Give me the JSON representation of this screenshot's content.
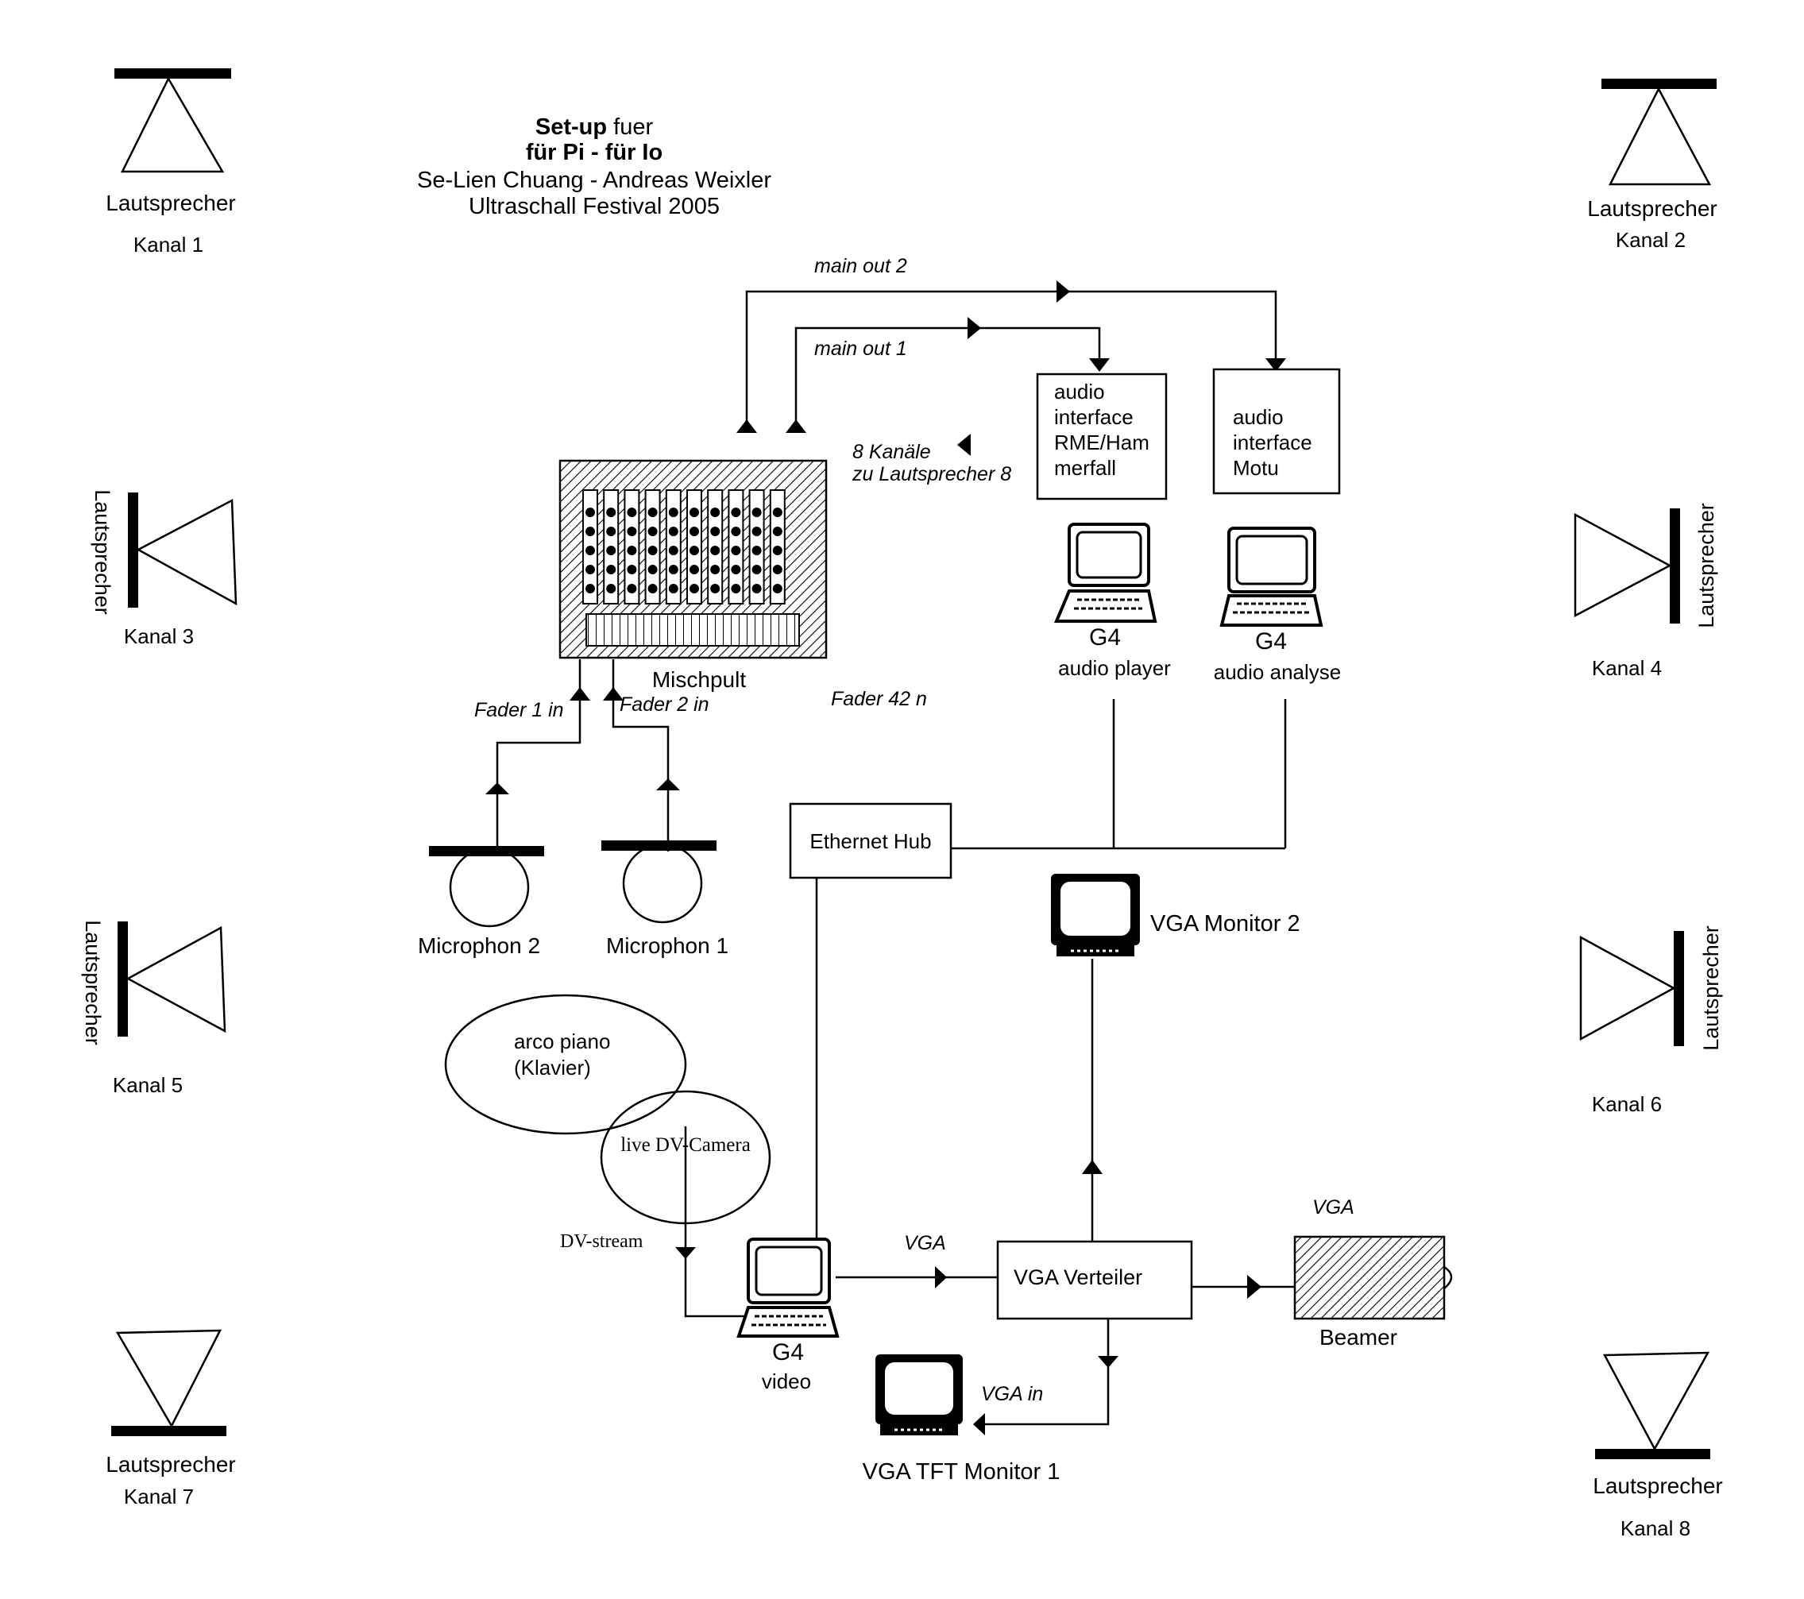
{
  "title": {
    "line1_bold": "Set-up",
    "line1_rest": " fuer",
    "line2": "für Pi - für Io",
    "line3": "Se-Lien Chuang - Andreas Weixler",
    "line4": "Ultraschall Festival 2005"
  },
  "speakers": [
    {
      "label": "Lautsprecher",
      "channel": "Kanal 1"
    },
    {
      "label": "Lautsprecher",
      "channel": "Kanal 2"
    },
    {
      "label": "Lautsprecher",
      "channel": "Kanal 3"
    },
    {
      "label": "Lautsprecher",
      "channel": "Kanal 4"
    },
    {
      "label": "Lautsprecher",
      "channel": "Kanal 5"
    },
    {
      "label": "Lautsprecher",
      "channel": "Kanal 6"
    },
    {
      "label": "Lautsprecher",
      "channel": "Kanal 7"
    },
    {
      "label": "Lautsprecher",
      "channel": "Kanal 8"
    }
  ],
  "mixer": {
    "label": "Mischpult"
  },
  "connections": {
    "main_out_1": "main out 1",
    "main_out_2": "main out 2",
    "channels_line1": "8 Kanäle",
    "channels_line2": "zu Lautsprecher 8",
    "fader_1_in": "Fader 1 in",
    "fader_2_in": "Fader 2 in",
    "fader_42": "Fader 42 n",
    "vga_1": "VGA",
    "vga_2": "VGA",
    "vga_in": "VGA in",
    "dv_stream": "DV-stream"
  },
  "audio_interface_rme": [
    "audio",
    "interface",
    "RME/Ham",
    "merfall"
  ],
  "audio_interface_motu": [
    "audio",
    "interface",
    "Motu"
  ],
  "computers": {
    "player": {
      "model": "G4",
      "role": "audio player"
    },
    "analyse": {
      "model": "G4",
      "role": "audio analyse"
    },
    "video": {
      "model": "G4",
      "role": "video"
    }
  },
  "ethernet_hub": "Ethernet Hub",
  "vga_splitter": "VGA Verteiler",
  "beamer": "Beamer",
  "monitors": {
    "monitor_2": "VGA Monitor 2",
    "monitor_1": "VGA TFT Monitor 1"
  },
  "microphones": {
    "mic_2": "Microphon 2",
    "mic_1": "Microphon 1"
  },
  "piano": {
    "line1": "arco piano",
    "line2": "(Klavier)"
  },
  "camera": "live DV-Camera"
}
